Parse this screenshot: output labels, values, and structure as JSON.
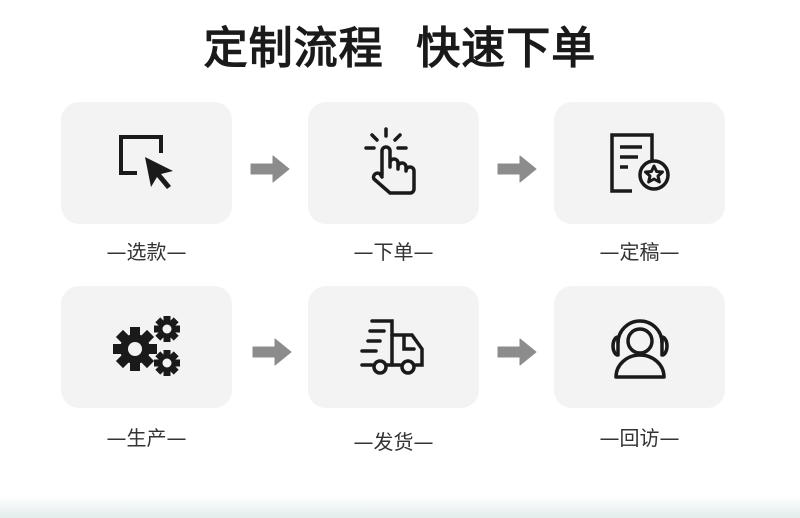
{
  "header": {
    "title": "定制流程  快速下单"
  },
  "steps": [
    {
      "label": "—选款—",
      "icon": "cursor-select-icon"
    },
    {
      "label": "—下单—",
      "icon": "tap-hand-icon"
    },
    {
      "label": "—定稿—",
      "icon": "document-star-icon"
    },
    {
      "label": "—生产—",
      "icon": "gears-icon"
    },
    {
      "label": "—发货—",
      "icon": "delivery-truck-icon"
    },
    {
      "label": "—回访—",
      "icon": "headset-user-icon"
    }
  ],
  "colors": {
    "card_bg": "#f3f3f3",
    "icon": "#1a1a1a",
    "arrow": "#8c8c8c",
    "label": "#333333",
    "bottom_band": "#e1ecea"
  }
}
